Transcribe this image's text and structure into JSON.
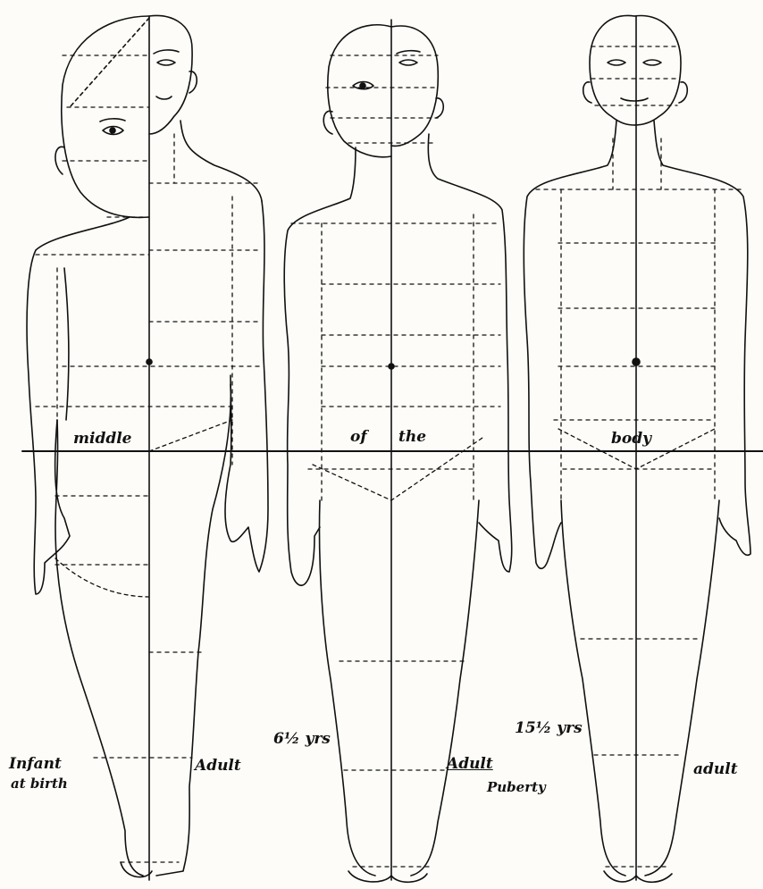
{
  "labels": {
    "middle": "middle",
    "of": "of",
    "the": "the",
    "body": "body",
    "infant_1": "Infant",
    "infant_2": "at birth",
    "adult_1": "Adult",
    "age_2": "6½ yrs",
    "adult_2": "Adult",
    "puberty": "Puberty",
    "age_3": "15½ yrs",
    "adult_3": "adult"
  },
  "colors": {
    "ink": "#111111",
    "paper": "#fdfcf8"
  }
}
